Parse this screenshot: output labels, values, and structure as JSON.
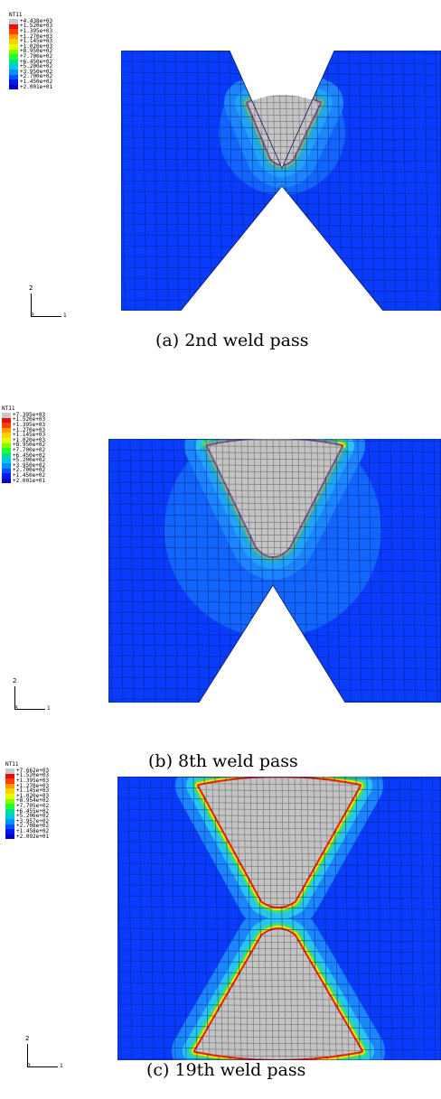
{
  "panels": [
    {
      "caption": "(a)  2nd  weld  pass",
      "legend_title": "NT11",
      "legend_values": [
        "+4.438e+03",
        "+1.520e+03",
        "+1.395e+03",
        "+1.270e+03",
        "+1.145e+03",
        "+1.020e+03",
        "+8.950e+02",
        "+7.700e+02",
        "+6.450e+02",
        "+5.200e+02",
        "+3.950e+02",
        "+2.700e+02",
        "+1.450e+02",
        "+2.001e+01"
      ],
      "axis_labels": {
        "y": "2",
        "x": "1",
        "z": "3"
      }
    },
    {
      "caption": "(b)  8th  weld  pass",
      "legend_title": "NT11",
      "legend_values": [
        "+7.395e+03",
        "+1.520e+03",
        "+1.395e+03",
        "+1.270e+03",
        "+1.145e+03",
        "+1.020e+03",
        "+8.950e+02",
        "+7.700e+02",
        "+6.450e+02",
        "+5.200e+02",
        "+3.950e+02",
        "+2.700e+02",
        "+1.450e+02",
        "+2.001e+01"
      ],
      "axis_labels": {
        "y": "2",
        "x": "1",
        "z": "3"
      }
    },
    {
      "caption": "(c)  19th  weld  pass",
      "legend_title": "NT11",
      "legend_values": [
        "+7.662e+03",
        "+1.520e+03",
        "+1.395e+03",
        "+1.270e+03",
        "+1.145e+03",
        "+1.020e+03",
        "+8.954e+02",
        "+7.705e+02",
        "+6.455e+02",
        "+5.206e+02",
        "+3.957e+02",
        "+2.708e+02",
        "+1.458e+02",
        "+2.092e+01"
      ],
      "axis_labels": {
        "y": "2",
        "x": "1",
        "z": "3"
      }
    }
  ],
  "legend_colors": [
    "#c8c8c8",
    "#e01010",
    "#ff4000",
    "#ff9a00",
    "#ffd000",
    "#e0ff00",
    "#80ff00",
    "#20ff30",
    "#00e090",
    "#00c8e0",
    "#0090ff",
    "#0050ff",
    "#0018e8",
    "#0000c8"
  ],
  "field_colors": {
    "base": "#0a3cff",
    "halo1": "#1b86ff",
    "halo2": "#27c6f0",
    "green": "#3ce070",
    "yellow": "#f4e000",
    "red": "#e8200c",
    "weld": "#c4c4c4",
    "grid": "#06226e",
    "weld_grid": "#6a6a6a"
  }
}
